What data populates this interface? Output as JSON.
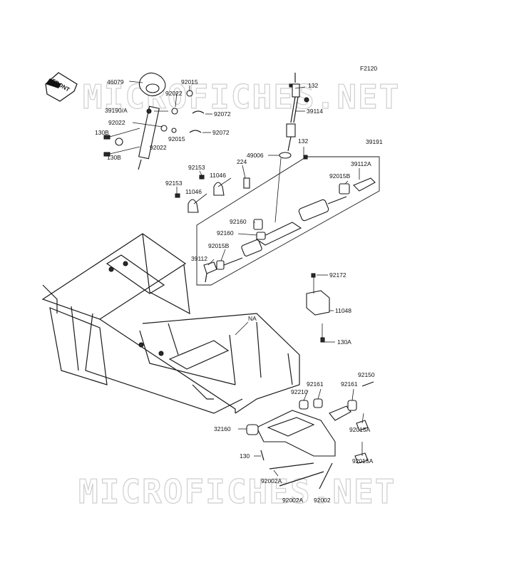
{
  "figure_code": "F2120",
  "front_arrow_label": "FRONT",
  "watermark_text": "MICROFICHES.NET",
  "parts": [
    {
      "id": "p01",
      "label": "46079"
    },
    {
      "id": "p02",
      "label": "92015"
    },
    {
      "id": "p03",
      "label": "92022"
    },
    {
      "id": "p04",
      "label": "39190/A"
    },
    {
      "id": "p05",
      "label": "92072"
    },
    {
      "id": "p06",
      "label": "92022"
    },
    {
      "id": "p07",
      "label": "130B"
    },
    {
      "id": "p08",
      "label": "92072"
    },
    {
      "id": "p09",
      "label": "92015"
    },
    {
      "id": "p10",
      "label": "92022"
    },
    {
      "id": "p11",
      "label": "130B"
    },
    {
      "id": "p12",
      "label": "132"
    },
    {
      "id": "p13",
      "label": "39114"
    },
    {
      "id": "p14",
      "label": "132"
    },
    {
      "id": "p15",
      "label": "39191"
    },
    {
      "id": "p16",
      "label": "49006"
    },
    {
      "id": "p17",
      "label": "224"
    },
    {
      "id": "p18",
      "label": "39112A"
    },
    {
      "id": "p19",
      "label": "92015B"
    },
    {
      "id": "p20",
      "label": "92153"
    },
    {
      "id": "p21",
      "label": "11046"
    },
    {
      "id": "p22",
      "label": "92153"
    },
    {
      "id": "p23",
      "label": "11046"
    },
    {
      "id": "p24",
      "label": "92160"
    },
    {
      "id": "p25",
      "label": "92160"
    },
    {
      "id": "p26",
      "label": "92015B"
    },
    {
      "id": "p27",
      "label": "39112"
    },
    {
      "id": "p28",
      "label": "92172"
    },
    {
      "id": "p29",
      "label": "11048"
    },
    {
      "id": "p30",
      "label": "130A"
    },
    {
      "id": "p31",
      "label": "NA"
    },
    {
      "id": "p32",
      "label": "92150"
    },
    {
      "id": "p33",
      "label": "92161"
    },
    {
      "id": "p34",
      "label": "92161"
    },
    {
      "id": "p35",
      "label": "92210"
    },
    {
      "id": "p36",
      "label": "92015A"
    },
    {
      "id": "p37",
      "label": "32160"
    },
    {
      "id": "p38",
      "label": "130"
    },
    {
      "id": "p39",
      "label": "92015A"
    },
    {
      "id": "p40",
      "label": "92002A"
    },
    {
      "id": "p41",
      "label": "92002A"
    },
    {
      "id": "p42",
      "label": "92002"
    }
  ]
}
